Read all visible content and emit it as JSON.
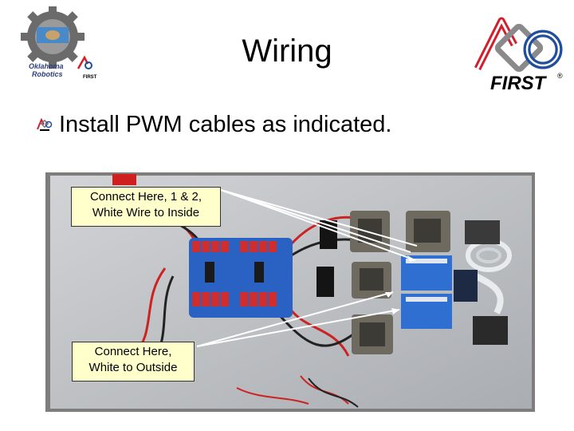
{
  "slide": {
    "title": "Wiring",
    "bullet": "Install PWM cables as indicated."
  },
  "logos": {
    "left_text_line1": "Oklahoma",
    "left_text_line2": "Robotics",
    "left_small_first": "FIRST",
    "right_text": "FIRST",
    "right_registered": "®"
  },
  "callouts": [
    {
      "line1": "Connect Here, 1 & 2,",
      "line2": "White Wire to Inside"
    },
    {
      "line1": "Connect Here,",
      "line2": "White to Outside"
    }
  ],
  "colors": {
    "board": "#b5b9bd",
    "pwm_board": "#2a62c4",
    "callout_bg": "#ffffcc",
    "logo_red": "#d21f2b",
    "logo_blue": "#1f4f9c"
  }
}
